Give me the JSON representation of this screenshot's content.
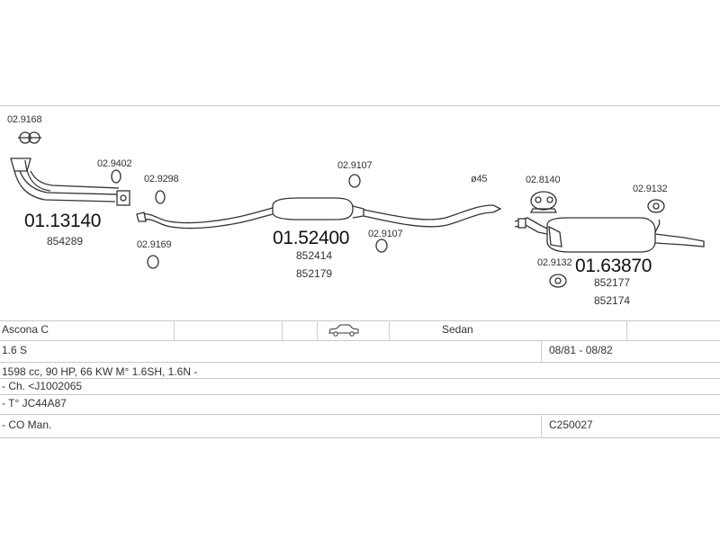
{
  "parts": {
    "p1": "02.9168",
    "p2": "02.9402",
    "p3": "02.9298",
    "p4": "02.9169",
    "p5": "02.9107",
    "p6": "02.9107",
    "p7": "02.8140",
    "p8": "02.9132",
    "p9": "02.9132",
    "diam": "ø45"
  },
  "assemblies": {
    "front": {
      "code": "01.13140",
      "sub1": "854289"
    },
    "middle": {
      "code": "01.52400",
      "sub1": "852414",
      "sub2": "852179"
    },
    "rear": {
      "code": "01.63870",
      "sub1": "852177",
      "sub2": "852174"
    }
  },
  "table": {
    "model": "Ascona C",
    "body": "Sedan",
    "engine": "1.6 S",
    "years": "08/81 - 08/82",
    "spec": "1598 cc, 90 HP, 66 KW M° 1.6SH, 1.6N -",
    "chassis": "- Ch. <J1002065",
    "type": "- T° JC44A87",
    "co": "- CO Man.",
    "ref": "C250027"
  }
}
